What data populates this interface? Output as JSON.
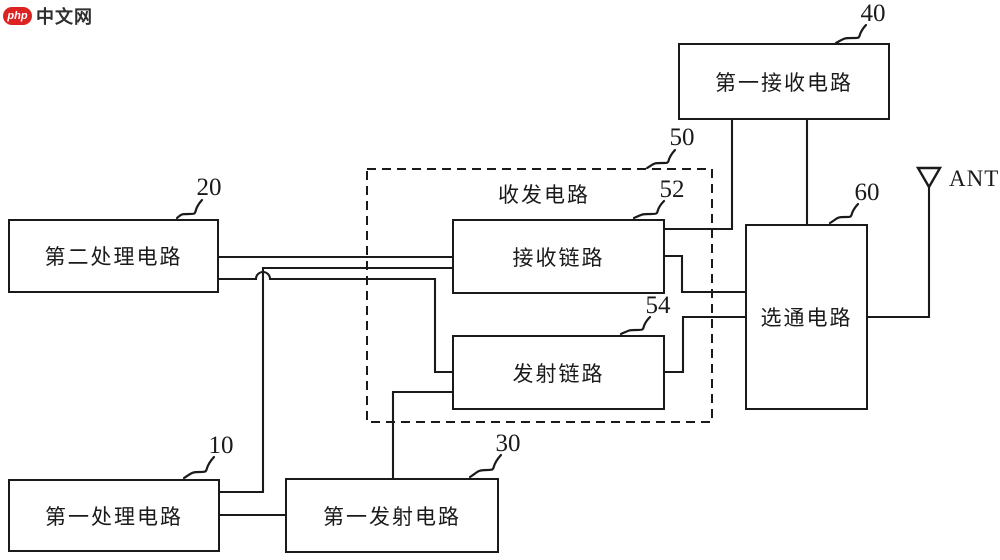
{
  "colors": {
    "ink": "#1a1a1a",
    "background": "#ffffff",
    "logo_red": "#dd2222",
    "logo_text": "#2f2f2f"
  },
  "logo": {
    "badge": "php",
    "site": "中文网"
  },
  "blocks": {
    "b10": "第一处理电路",
    "b20": "第二处理电路",
    "b30": "第一发射电路",
    "b40": "第一接收电路",
    "b50": "收发电路",
    "b52": "接收链路",
    "b54": "发射链路",
    "b60": "选通电路"
  },
  "refs": {
    "r10": "10",
    "r20": "20",
    "r30": "30",
    "r40": "40",
    "r50": "50",
    "r52": "52",
    "r54": "54",
    "r60": "60"
  },
  "antenna": {
    "label": "ANT"
  }
}
